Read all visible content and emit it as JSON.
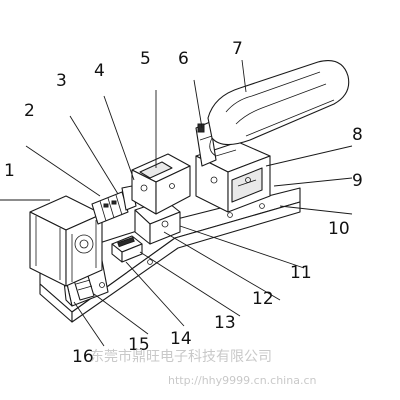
{
  "callouts": [
    {
      "num": "1"
    },
    {
      "num": "2"
    },
    {
      "num": "3"
    },
    {
      "num": "4"
    },
    {
      "num": "5"
    },
    {
      "num": "6"
    },
    {
      "num": "7"
    },
    {
      "num": "8"
    },
    {
      "num": "9"
    },
    {
      "num": "10"
    },
    {
      "num": "11"
    },
    {
      "num": "12"
    },
    {
      "num": "13"
    },
    {
      "num": "14"
    },
    {
      "num": "15"
    },
    {
      "num": "16"
    }
  ],
  "watermark": {
    "company": "东莞市鼎旺电子科技有限公司",
    "url": "http://hhy9999.cn.china.cn"
  },
  "colors": {
    "line": "#1a1a1a",
    "watermark": "#c9c9c9"
  }
}
